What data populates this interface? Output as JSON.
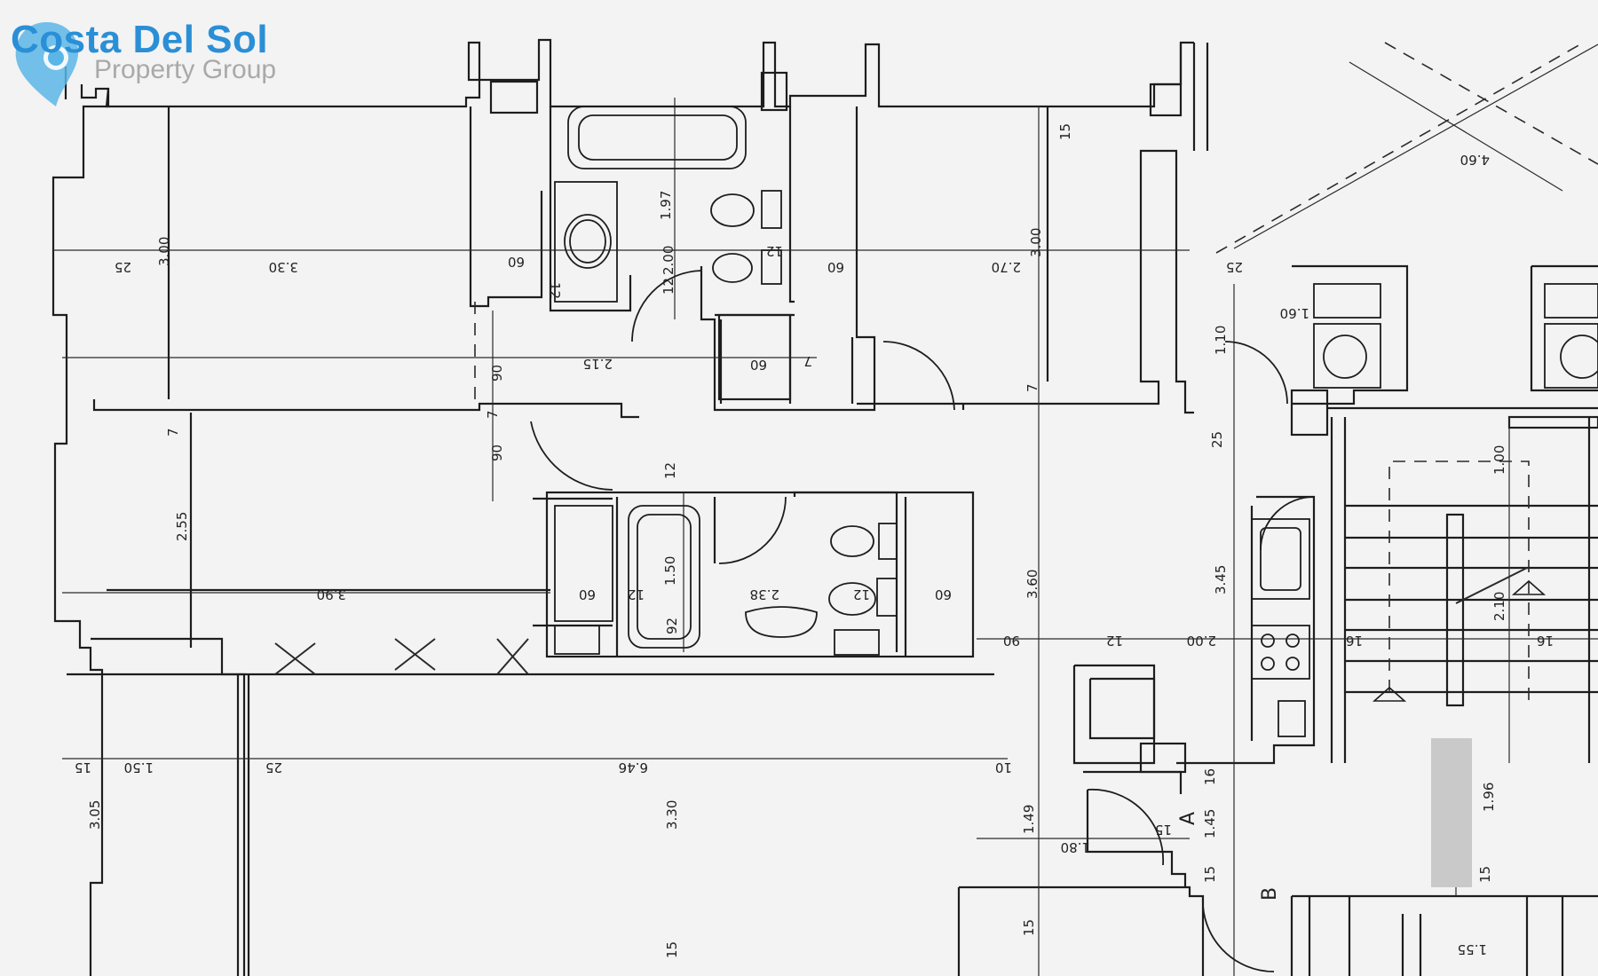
{
  "logo": {
    "title": "Costa Del Sol",
    "subtitle": "Property Group",
    "icon": "map-pin-icon",
    "color": "#2a8fd6"
  },
  "section_labels": [
    "A",
    "B"
  ],
  "dimensions": [
    "3.00",
    "25",
    "3.30",
    "60",
    "12",
    "1.97",
    "12",
    "2.00",
    "12",
    "60",
    "2.70",
    "3.00",
    "15",
    "4.60",
    "25",
    "1.60",
    "1.10",
    "2.15",
    "60",
    "7",
    "90",
    "7",
    "7",
    "90",
    "7",
    "12",
    "2.55",
    "3.90",
    "60",
    "1.50",
    "12",
    "2.38",
    "12",
    "60",
    "3.60",
    "25",
    "3.45",
    "1.00",
    "2.10",
    "90",
    "12",
    "2.00",
    "16",
    "16",
    "15",
    "1.50",
    "25",
    "6.46",
    "10",
    "3.05",
    "3.30",
    "1.49",
    "1.80",
    "15",
    "1.45",
    "16",
    "1.96",
    "15",
    "15",
    "15",
    "15",
    "1.55",
    "92"
  ]
}
